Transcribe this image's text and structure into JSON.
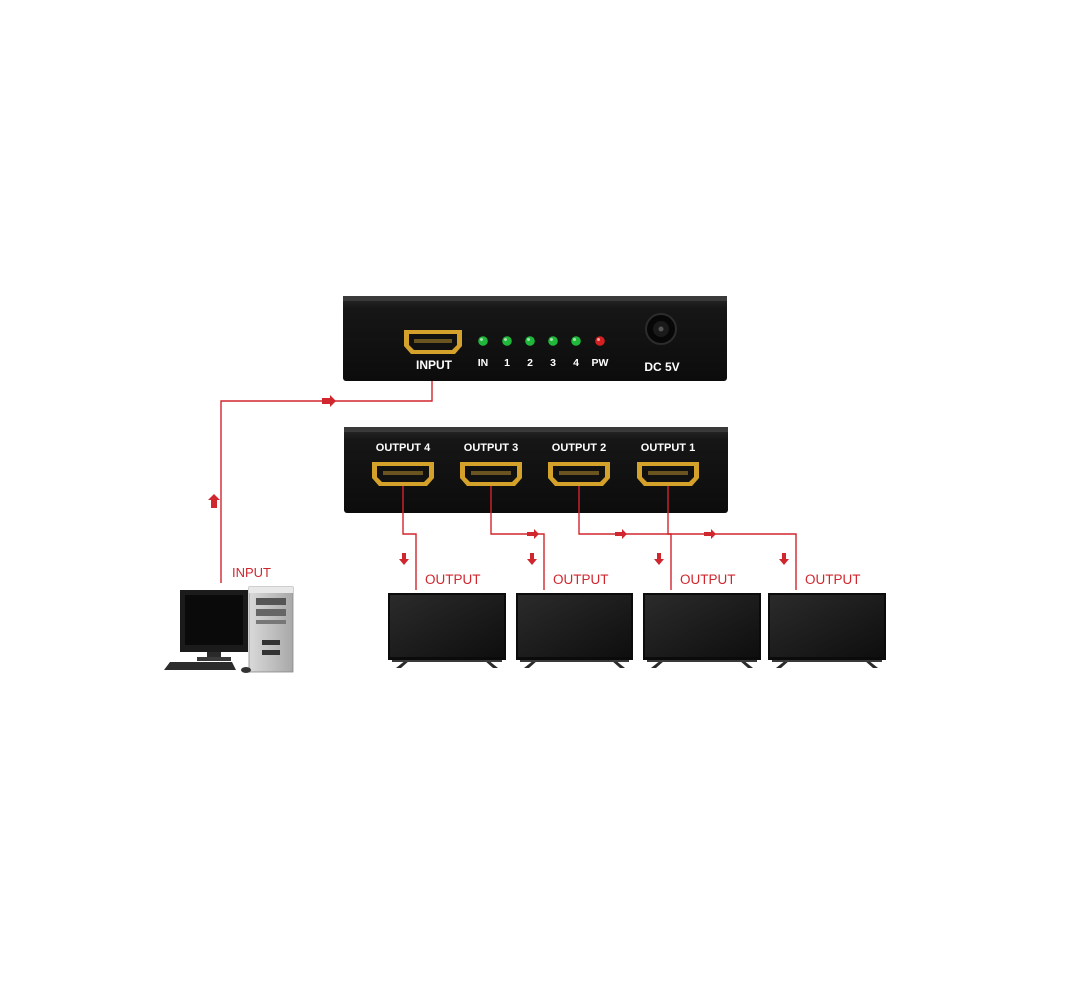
{
  "front_panel": {
    "input_label": "INPUT",
    "leds": [
      {
        "label": "IN",
        "color": "#1fb83a"
      },
      {
        "label": "1",
        "color": "#1fb83a"
      },
      {
        "label": "2",
        "color": "#1fb83a"
      },
      {
        "label": "3",
        "color": "#1fb83a"
      },
      {
        "label": "4",
        "color": "#1fb83a"
      },
      {
        "label": "PW",
        "color": "#d42020"
      }
    ],
    "power_label": "DC 5V"
  },
  "rear_panel": {
    "ports": [
      "OUTPUT 4",
      "OUTPUT 3",
      "OUTPUT 2",
      "OUTPUT 1"
    ]
  },
  "source": {
    "label": "INPUT",
    "icon": "desktop-computer-icon"
  },
  "displays": [
    {
      "label": "OUTPUT",
      "icon": "tv-icon"
    },
    {
      "label": "OUTPUT",
      "icon": "tv-icon"
    },
    {
      "label": "OUTPUT",
      "icon": "tv-icon"
    },
    {
      "label": "OUTPUT",
      "icon": "tv-icon"
    }
  ],
  "colors": {
    "cable": "#d0262d",
    "device_body": "#151515",
    "hdmi_gold": "#d4a12b",
    "label_text": "#ffffff"
  }
}
